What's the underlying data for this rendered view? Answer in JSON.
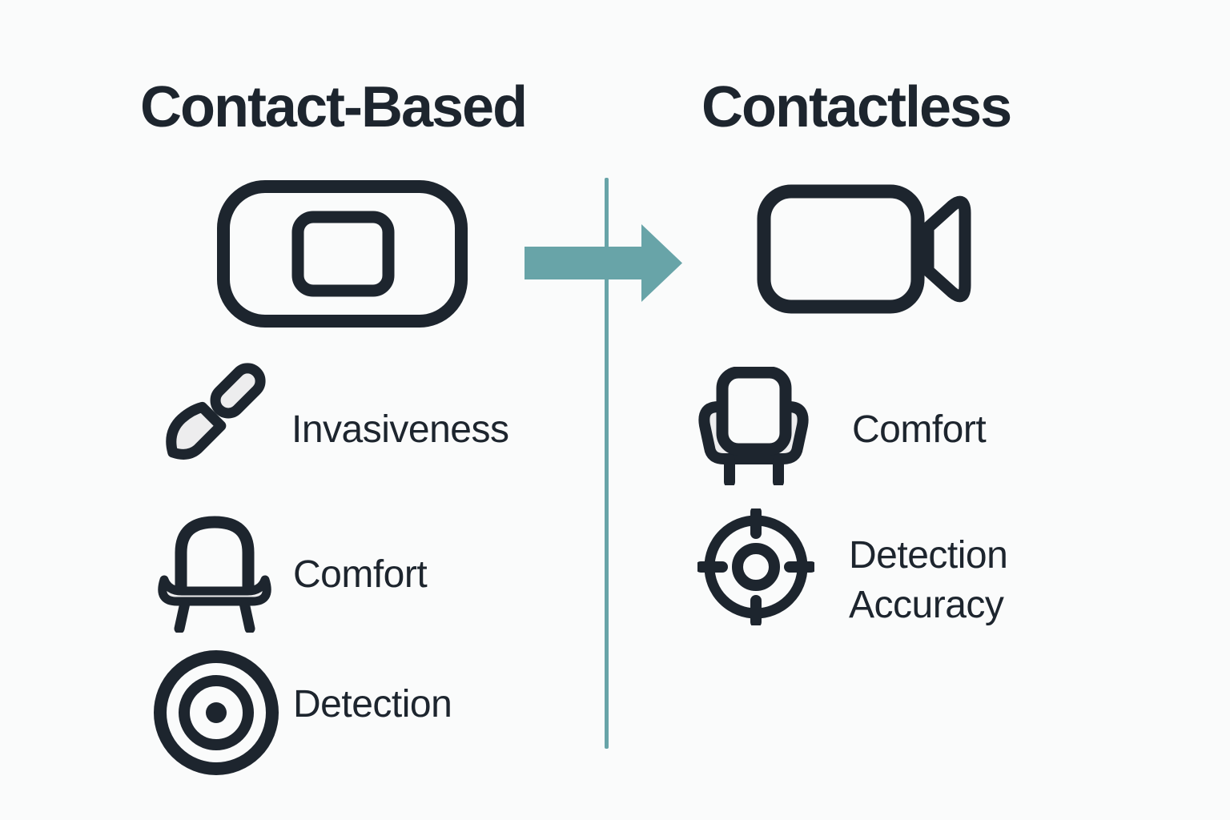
{
  "meta": {
    "background_color": "#fafbfb",
    "ink_color": "#1d252e",
    "accent_color": "#68a4a8",
    "soft_fill_color": "#ededee"
  },
  "left_column": {
    "title": "Contact-Based",
    "hero_icon": "contact-sensor-device-icon",
    "rows": [
      {
        "icon": "scalpel-icon",
        "label": "Invasiveness"
      },
      {
        "icon": "chair-icon",
        "label": "Comfort"
      },
      {
        "icon": "bullseye-icon",
        "label": "Detection"
      }
    ]
  },
  "right_column": {
    "title": "Contactless",
    "hero_icon": "video-camera-icon",
    "rows": [
      {
        "icon": "armchair-icon",
        "label": "Comfort"
      },
      {
        "icon": "crosshair-icon",
        "label": "Detection Accuracy"
      }
    ]
  },
  "arrow": {
    "direction": "right"
  },
  "divider": {
    "orientation": "vertical"
  }
}
